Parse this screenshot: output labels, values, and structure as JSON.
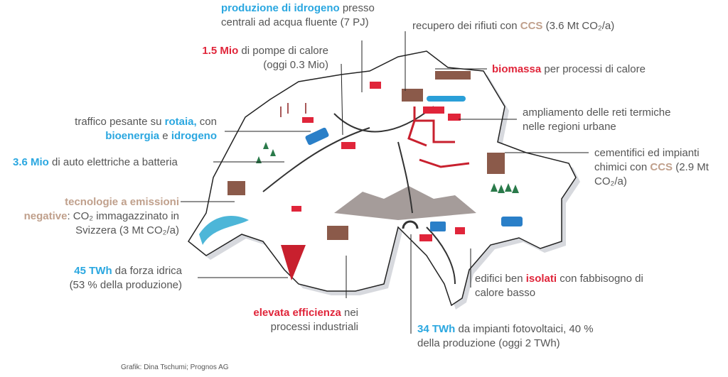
{
  "labels": {
    "hydrogen": {
      "hl": "produzione di idrogeno",
      "t1": " presso",
      "t2": "centrali ad acqua fluente (7 PJ)"
    },
    "heatpumps": {
      "hl": "1.5 Mio",
      "t1": " di pompe di calore",
      "t2": "(oggi 0.3 Mio)"
    },
    "waste": {
      "t1": "recupero dei rifiuti con ",
      "hl": "CCS",
      "t2": " (3.6 Mt CO₂/a)"
    },
    "biomass": {
      "hl": "biomassa",
      "t1": " per processi di calore"
    },
    "networks": {
      "t1": "ampliamento delle reti termiche",
      "t2": "nelle regioni urbane"
    },
    "cement": {
      "t1": "cementifici ed impianti",
      "t2": "chimici con ",
      "hl": "CCS",
      "t3": " (2.9 Mt",
      "t4": "CO₂/a)"
    },
    "freight": {
      "t1": "traffico pesante su ",
      "hl1": "rotaia,",
      "t2": " con",
      "hl2": "bioenergia",
      "t3": " e ",
      "hl3": "idrogeno"
    },
    "cars": {
      "hl": "3.6 Mio",
      "t1": " di auto elettriche a batteria"
    },
    "negative": {
      "hl1": "tecnologie a emissioni",
      "hl2": "negative",
      "t1": ": CO₂ immagazzinato in",
      "t2": "Svizzera (3 Mt CO₂/a)"
    },
    "hydro": {
      "hl": "45 TWh",
      "t1": " da forza idrica",
      "t2": "(53 % della produzione)"
    },
    "efficiency": {
      "hl": "elevata efficienza",
      "t1": " nei",
      "t2": "processi industriali"
    },
    "insulation": {
      "t1": "edifici ben ",
      "hl": "isolati",
      "t2": " con fabbisogno di",
      "t3": "calore basso"
    },
    "solar": {
      "hl": "34 TWh",
      "t1": " da impianti fotovoltaici, 40 %",
      "t2": "della produzione (oggi 2 TWh)"
    }
  },
  "credit": "Grafik: Dina Tschumi; Prognos AG",
  "colors": {
    "blue": "#2aa7e0",
    "red": "#e0253a",
    "tan": "#c0a08c",
    "text": "#555555"
  }
}
